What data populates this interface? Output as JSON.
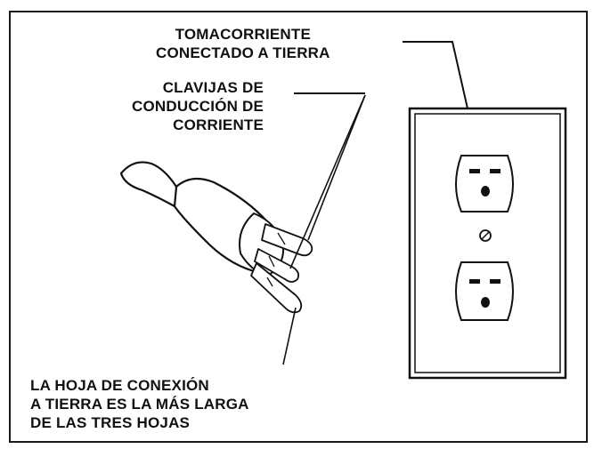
{
  "labels": {
    "receptacle": {
      "line1": "TOMACORRIENTE",
      "line2": "CONECTADO A TIERRA"
    },
    "prongs": {
      "line1": "CLAVIJAS DE",
      "line2": "CONDUCCIÓN DE",
      "line3": "CORRIENTE"
    },
    "ground_blade": {
      "line1": "LA HOJA DE CONEXIÓN",
      "line2": "A TIERRA ES LA MÁS LARGA",
      "line3": "DE LAS TRES HOJAS"
    }
  },
  "colors": {
    "ink": "#111111",
    "paper": "#ffffff"
  }
}
